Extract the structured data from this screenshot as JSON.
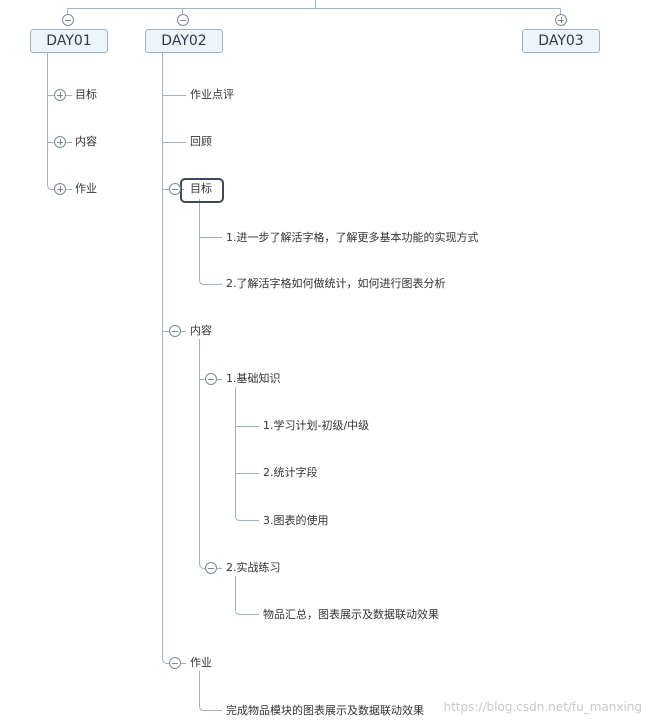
{
  "days": [
    {
      "label": "DAY01",
      "toggle": "minus",
      "children": [
        {
          "label": "目标",
          "toggle": "plus"
        },
        {
          "label": "内容",
          "toggle": "plus"
        },
        {
          "label": "作业",
          "toggle": "plus"
        }
      ]
    },
    {
      "label": "DAY02",
      "toggle": "minus",
      "children": [
        {
          "label": "作业点评"
        },
        {
          "label": "回顾"
        },
        {
          "label": "目标",
          "toggle": "minus",
          "selected": true,
          "children": [
            {
              "label": "1.进一步了解活字格，了解更多基本功能的实现方式"
            },
            {
              "label": "2.了解活字格如何做统计，如何进行图表分析"
            }
          ]
        },
        {
          "label": "内容",
          "toggle": "minus",
          "children": [
            {
              "label": "1.基础知识",
              "toggle": "minus",
              "children": [
                {
                  "label": "1.学习计划-初级/中级"
                },
                {
                  "label": "2.统计字段"
                },
                {
                  "label": "3.图表的使用"
                }
              ]
            },
            {
              "label": "2.实战练习",
              "toggle": "minus",
              "children": [
                {
                  "label": "物品汇总，图表展示及数据联动效果"
                }
              ]
            }
          ]
        },
        {
          "label": "作业",
          "toggle": "minus",
          "children": [
            {
              "label": "完成物品模块的图表展示及数据联动效果"
            }
          ]
        }
      ]
    },
    {
      "label": "DAY03",
      "toggle": "plus",
      "children": []
    }
  ],
  "watermark": "https://blog.csdn.net/fu_manxing",
  "colors": {
    "line": "#9fb3c8",
    "box_border": "#9fb3c8",
    "box_fill": "#eef4fa",
    "selected_border": "#3a4a5a"
  }
}
